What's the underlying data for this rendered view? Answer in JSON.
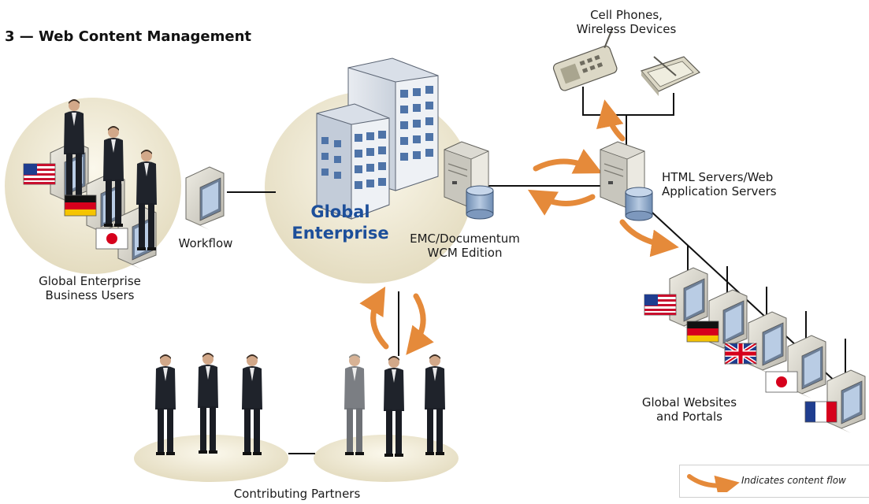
{
  "title": "3 — Web Content Management",
  "hub": {
    "line1": "Global",
    "line2": "Enterprise"
  },
  "labels": {
    "business_users": [
      "Global Enterprise",
      "Business Users"
    ],
    "workflow": "Workflow",
    "emc": [
      "EMC/Documentum",
      "WCM Edition"
    ],
    "html_servers": [
      "HTML Servers/Web",
      "Application Servers"
    ],
    "cell_phones": [
      "Cell Phones,",
      "Wireless Devices"
    ],
    "websites": [
      "Global Websites",
      "and Portals"
    ],
    "partners": "Contributing Partners"
  },
  "legend": {
    "text": "Indicates content flow"
  },
  "colors": {
    "hub_text": "#1d4f9a",
    "content_flow_arrow": "#e58a3a",
    "platform": "#ece6cf",
    "monitor": "#d8d6cc",
    "database": "#8fa9c8",
    "building": "#b9c6d8"
  },
  "flags": [
    "us",
    "de",
    "jp",
    "us",
    "de",
    "uk",
    "jp",
    "fr"
  ]
}
